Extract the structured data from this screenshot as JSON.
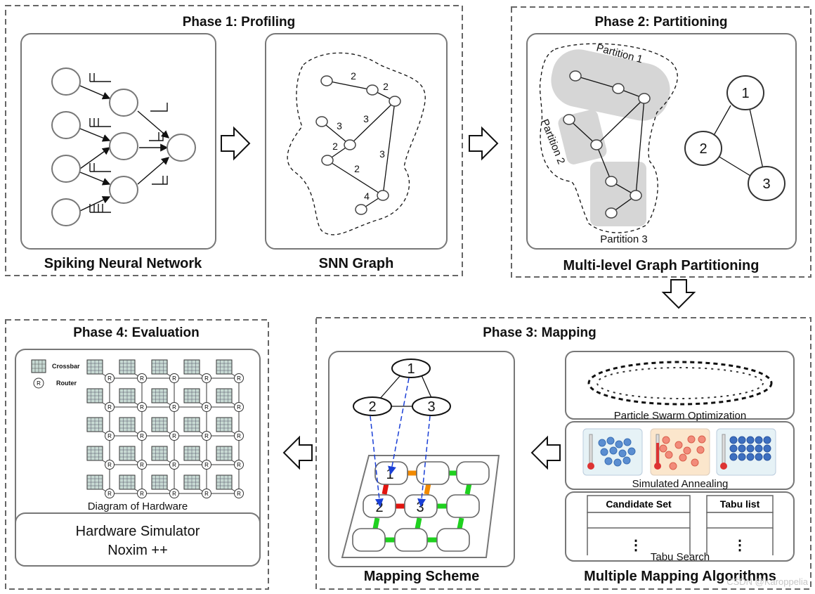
{
  "phases": {
    "p1": "Phase 1: Profiling",
    "p2": "Phase 2: Partitioning",
    "p3": "Phase 3: Mapping",
    "p4": "Phase 4: Evaluation"
  },
  "captions": {
    "snn": "Spiking Neural Network",
    "graph": "SNN Graph",
    "mlgp": "Multi-level Graph Partitioning",
    "mapping_scheme": "Mapping Scheme",
    "mapping_algos": "Multiple Mapping Algorithms"
  },
  "snn_graph": {
    "edge_weights": [
      "2",
      "2",
      "3",
      "3",
      "2",
      "3",
      "2",
      "4"
    ]
  },
  "partitioning": {
    "partitions": [
      "Partition 1",
      "Partition 2",
      "Partition 3"
    ],
    "nodes": [
      "1",
      "2",
      "3"
    ]
  },
  "mapping": {
    "nodes": [
      "1",
      "2",
      "3"
    ]
  },
  "algorithms": {
    "pso": "Particle Swarm Optimization",
    "sa": "Simulated Annealing",
    "ts": "Tabu Search",
    "candidate_set": "Candidate Set",
    "tabu_list": "Tabu list",
    "dots": "⋮"
  },
  "hardware": {
    "legend_crossbar": "Crossbar",
    "legend_router": "Router",
    "router_letter": "R",
    "diagram_label": "Diagram of Hardware",
    "simulator_line1": "Hardware Simulator",
    "simulator_line2": "Noxim ++"
  },
  "watermark": "CSDN @Karoppelia"
}
